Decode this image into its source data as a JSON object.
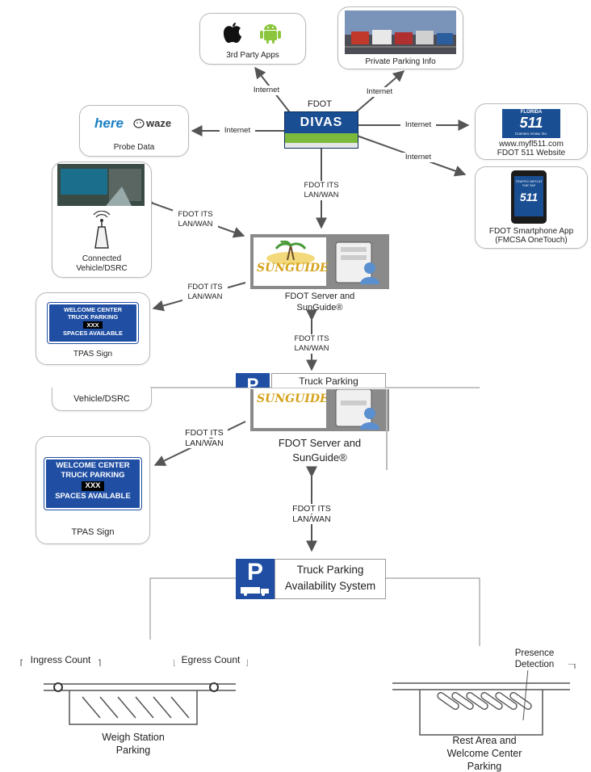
{
  "apps": {
    "label": "3rd Party Apps"
  },
  "private_parking": {
    "label": "Private Parking Info"
  },
  "probe": {
    "label": "Probe Data",
    "here": "here",
    "waze": "waze"
  },
  "divas": {
    "owner": "FDOT",
    "logo": "DIVAS"
  },
  "fl511_site": {
    "line1": "www.myfl511.com",
    "line2": "FDOT 511 Website",
    "logo_top": "FLORIDA",
    "logo_num": "511",
    "logo_tag": "Connect. Know. Go."
  },
  "fl511_app": {
    "line1": "FDOT Smartphone App",
    "line2": "(FMCSA OneTouch)",
    "screen_text": "TRAFFIC INFO AT THE TAP",
    "logo_num": "511"
  },
  "cv": {
    "line1": "Connected",
    "line2": "Vehicle/DSRC"
  },
  "cv_second": {
    "label": "Vehicle/DSRC"
  },
  "links": {
    "internet": "Internet",
    "its_line1": "FDOT ITS",
    "its_line2": "LAN/WAN"
  },
  "server": {
    "line1": "FDOT Server and",
    "line2": "SunGuide®",
    "sunguide_logo": "SUNGUIDE"
  },
  "tpas": {
    "label": "TPAS Sign",
    "sign_line1": "WELCOME CENTER",
    "sign_line2": "TRUCK PARKING",
    "sign_xxx": "XXX",
    "sign_line3": "SPACES AVAILABLE"
  },
  "tpas_system": {
    "line1": "Truck Parking",
    "line2": "Availability System",
    "badge": "P"
  },
  "weigh": {
    "ingress": "Ingress Count",
    "egress": "Egress Count",
    "line1": "Weigh Station",
    "line2": "Parking"
  },
  "rest": {
    "presence1": "Presence",
    "presence2": "Detection",
    "line1": "Rest Area and",
    "line2": "Welcome Center",
    "line3": "Parking"
  },
  "colors": {
    "sign_blue": "#1f4ea3",
    "divas_blue": "#1a4e93",
    "divas_green": "#7cba3d",
    "sunguide_gold": "#d4a21b",
    "server_gray": "#8a8a8a"
  }
}
